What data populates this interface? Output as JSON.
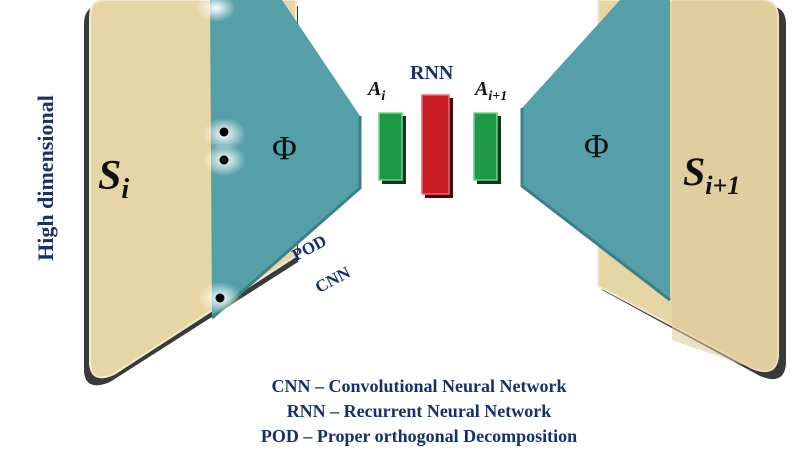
{
  "diagram": {
    "side_label": "High dimensional",
    "left_block": {
      "symbol": "S",
      "subscript": "i"
    },
    "right_block": {
      "symbol": "S",
      "subscript": "i+1"
    },
    "encoder_symbol": "Φ",
    "decoder_symbol": "Φ",
    "latent_left": {
      "symbol": "A",
      "subscript": "i"
    },
    "latent_right": {
      "symbol": "A",
      "subscript": "i+1"
    },
    "rnn_label": "RNN",
    "encoder_method_1": "POD",
    "encoder_method_2": "CNN",
    "colors": {
      "block_fill": "#e6d6a6",
      "block_edge": "#2a2a2a",
      "trapezoid": "#55a0a8",
      "latent_green": "#1e9a46",
      "rnn_red": "#c91c22",
      "text_blue": "#14306e"
    }
  },
  "legend": [
    "CNN – Convolutional Neural Network",
    "RNN – Recurrent Neural Network",
    "POD – Proper orthogonal Decomposition"
  ]
}
